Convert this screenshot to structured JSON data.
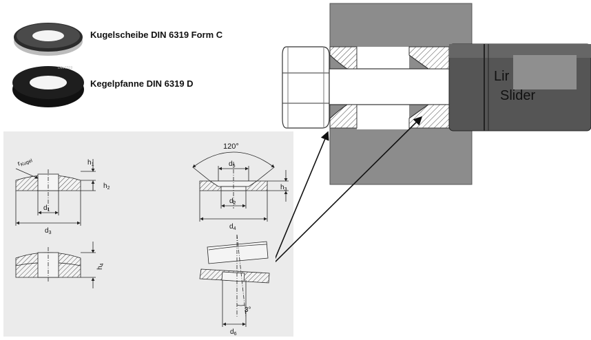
{
  "photos": {
    "washer_c_label": "Kugelscheibe DIN 6319 Form C",
    "washer_d_label": "Kegelpfanne DIN 6319 D",
    "washer_d_stamp": "DIN 6319"
  },
  "assembly": {
    "slider_line1": "Lir",
    "slider_line2": "Slider"
  },
  "drawing": {
    "angle_label": "120°",
    "tilt_label": "3°",
    "r_label": "r",
    "r_sub": "Kugel",
    "d1": "d",
    "d1_sub": "1",
    "d2": "d",
    "d2_sub": "2",
    "d3": "d",
    "d3_sub": "3",
    "d4": "d",
    "d4_sub": "4",
    "d5": "d",
    "d5_sub": "5",
    "d6": "d",
    "d6_sub": "6",
    "h1": "h",
    "h1_sub": "1",
    "h2": "h",
    "h2_sub": "2",
    "h3": "h",
    "h3_sub": "3",
    "h4": "h",
    "h4_sub": "4"
  },
  "colors": {
    "block": "#8c8c8c",
    "slider": "#555555",
    "panel": "#ebebeb",
    "rubber": "#1a1a1a"
  }
}
